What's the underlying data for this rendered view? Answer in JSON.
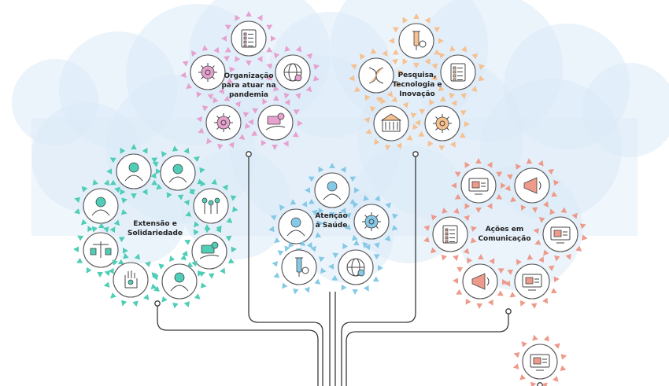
{
  "colors": {
    "pink": "#e6a1cf",
    "orange": "#f6c08f",
    "teal": "#4fcdb6",
    "blue": "#86c9e6",
    "salmon": "#ee9a8a",
    "cloud": "#dbeaf8",
    "line": "#3a3a3a"
  },
  "clusters": [
    {
      "id": "organizacao",
      "color": "pink",
      "title_lines": [
        "Organização",
        "para atuar na",
        "pandemia"
      ],
      "icons": [
        "checklist-clipboard-icon",
        "gear-cycle-icon",
        "stopwatch-icon",
        "globe-virus-icon",
        "hand-money-icon"
      ]
    },
    {
      "id": "pesquisa",
      "color": "orange",
      "title_lines": [
        "Pesquisa,",
        "Tecnologia e",
        "Inovação"
      ],
      "icons": [
        "lab-equipment-icon",
        "dna-helix-icon",
        "document-list-icon",
        "university-building-icon",
        "virus-computer-icon"
      ]
    },
    {
      "id": "extensao",
      "color": "teal",
      "title_lines": [
        "Extensão e",
        "Solidariedade"
      ],
      "icons": [
        "handshake-icon",
        "masked-person-icon",
        "food-plate-icon",
        "family-icon",
        "scales-icon",
        "joined-hands-icon",
        "raised-hand-icon",
        "graduate-icon"
      ]
    },
    {
      "id": "atencao",
      "color": "blue",
      "title_lines": [
        "Atenção",
        "à Saúde"
      ],
      "icons": [
        "doctor-icon",
        "health-worker-icon",
        "virus-magnifier-icon",
        "vaccine-icon",
        "world-hospital-icon"
      ]
    },
    {
      "id": "acoes",
      "color": "salmon",
      "title_lines": [
        "Ações em",
        "Comunicação"
      ],
      "icons": [
        "web-tutorial-icon",
        "megaphone-icon",
        "checklist-screen-icon",
        "video-faces-icon",
        "broadcast-icon",
        "webinar-icon",
        "newspaper-icon"
      ]
    }
  ]
}
